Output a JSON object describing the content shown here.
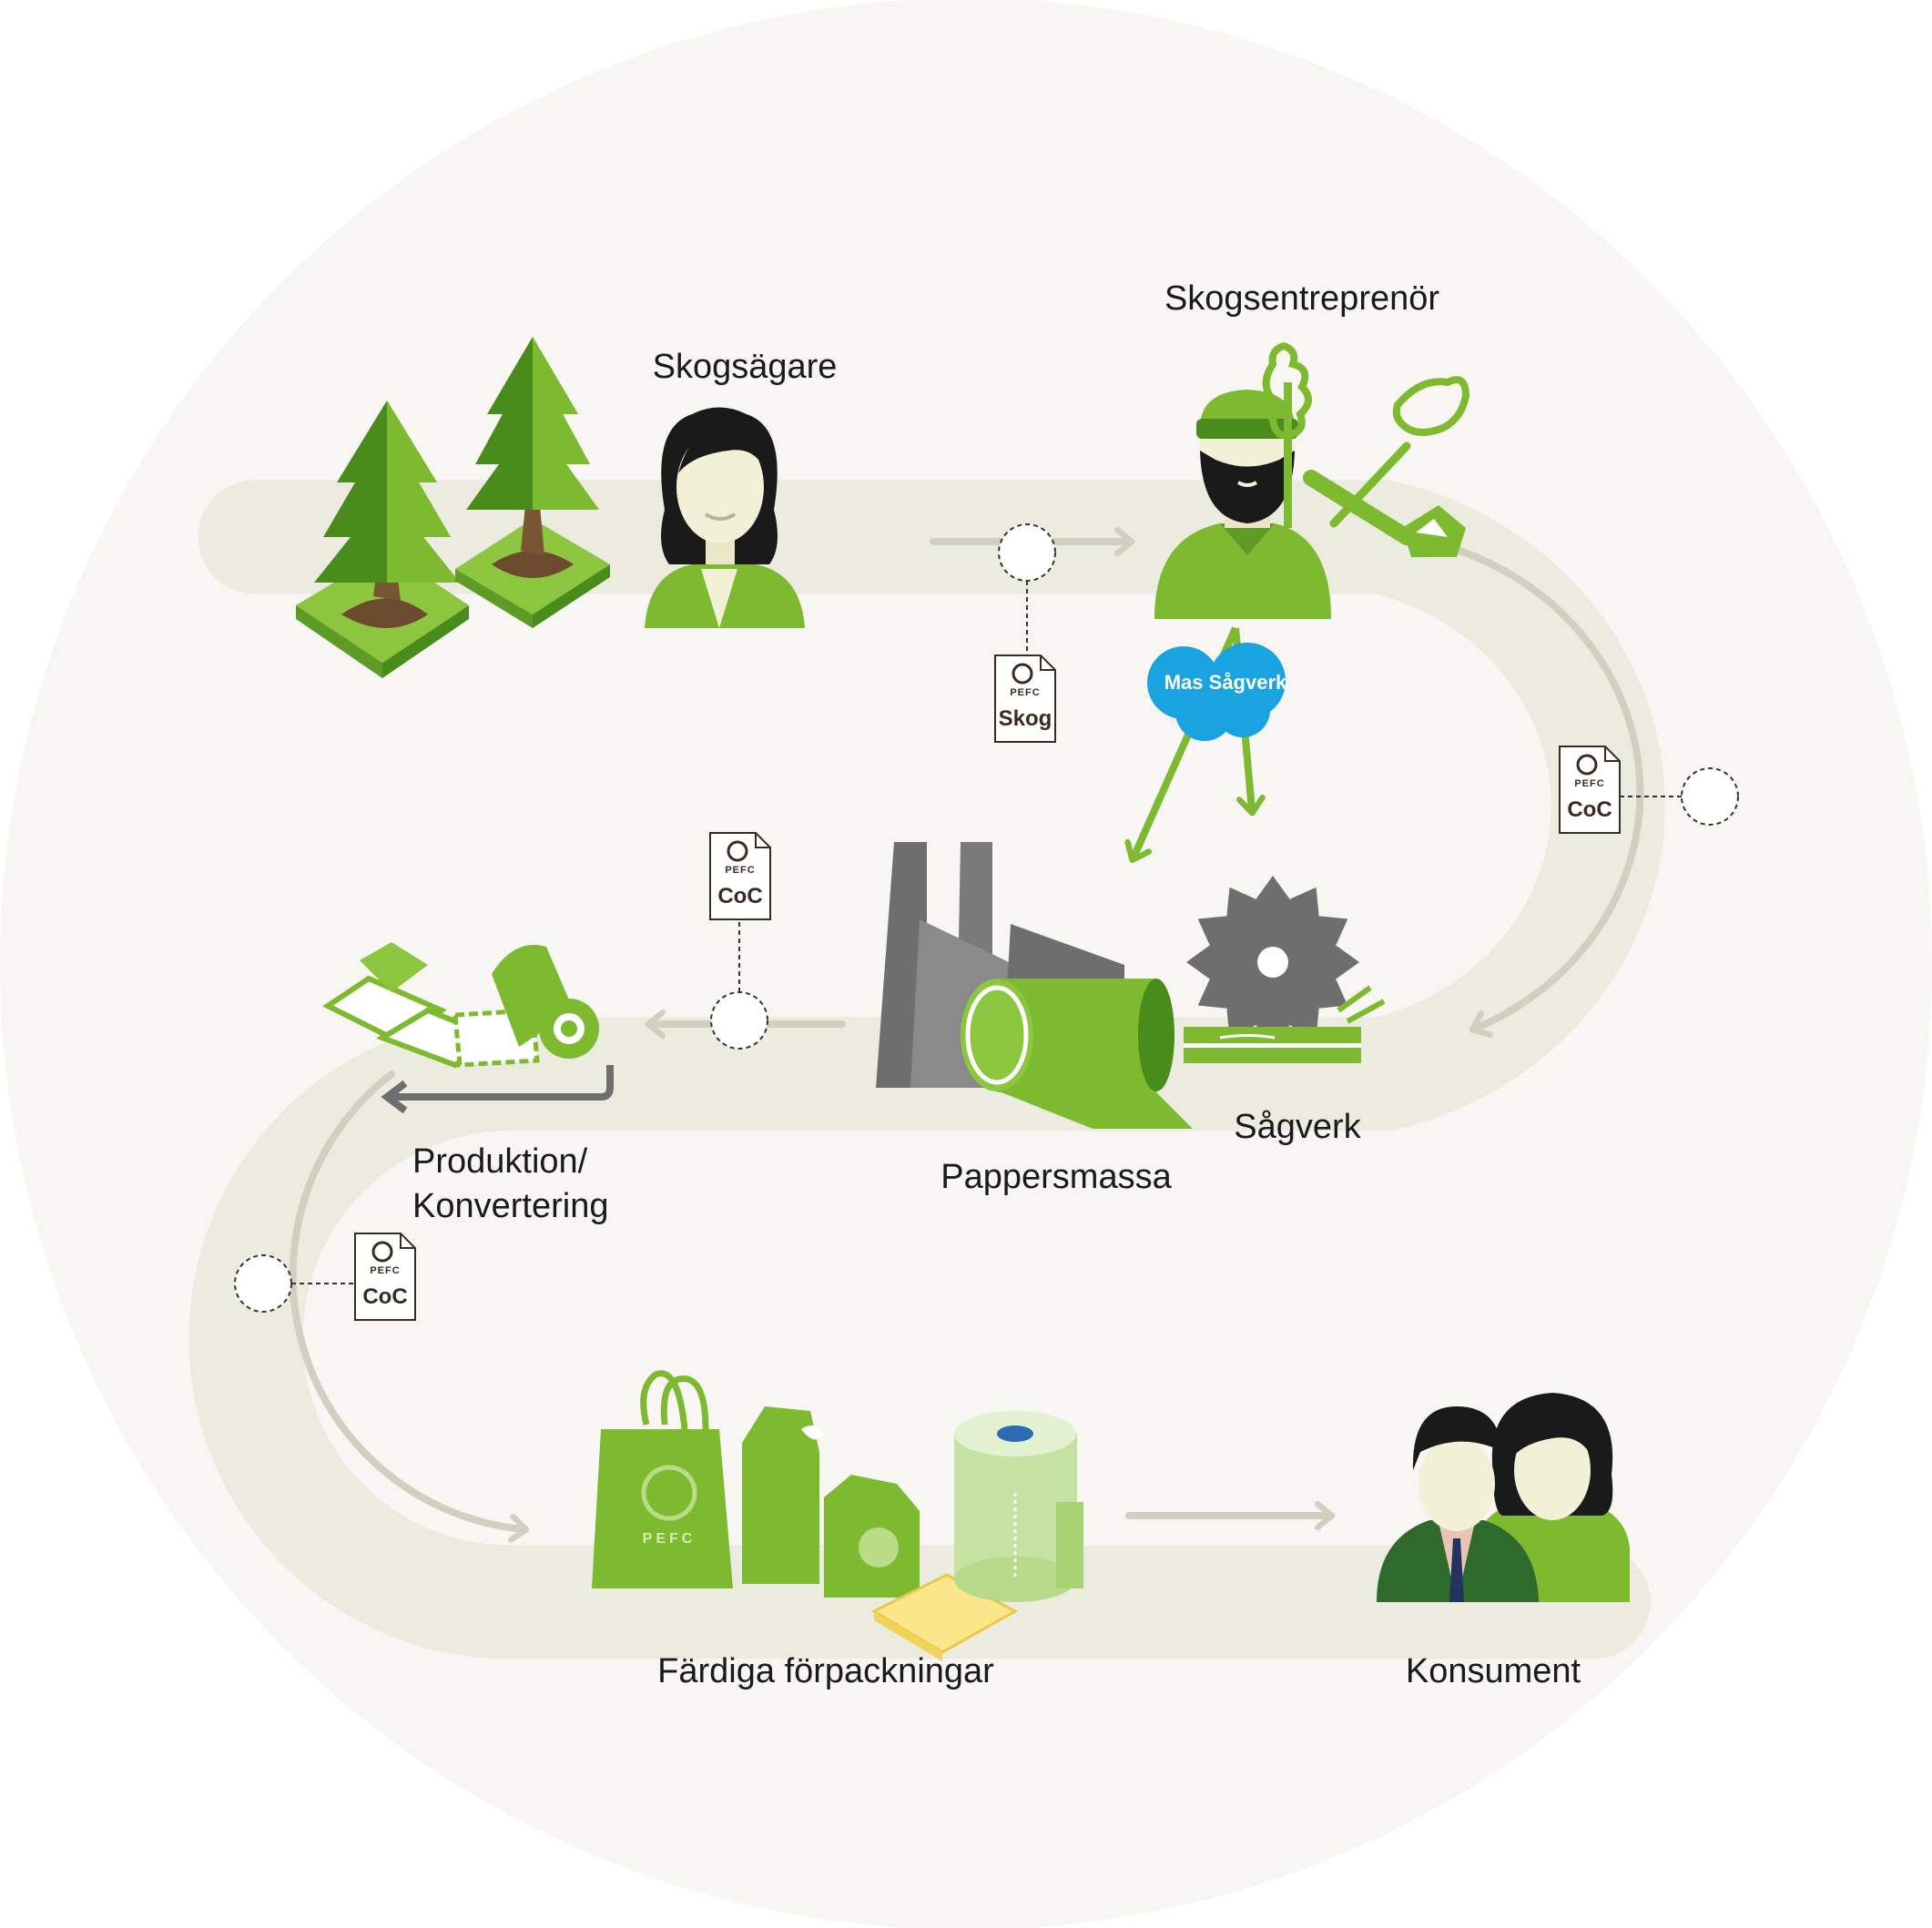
{
  "stages": {
    "forest_owner": "Skogsägare",
    "forest_contractor": "Skogsentreprenör",
    "sawmill": "Sågverk",
    "pulp": "Pappersmassa",
    "production": [
      "Produktion/",
      "Konvertering"
    ],
    "packaging": "Färdiga förpackningar",
    "consumer": "Konsument"
  },
  "callout": "Mas Sågverk",
  "certificates": {
    "kicker": "PEFC",
    "forest": "Skog",
    "coc": "CoC"
  },
  "bag_logo": "PEFC",
  "colors": {
    "green": "#7dba2f",
    "dark_green": "#4a8c1c",
    "track": "#ecebe0",
    "background_circle": "#f7f6f2",
    "arrow": "#d3cfc0",
    "factory": "#6e6e6e",
    "callout": "#19a3e0"
  },
  "icons": [
    "tree-icon",
    "woman-icon",
    "lumberjack-icon",
    "chainsaw-icon",
    "factory-icon",
    "saw-blade-icon",
    "paper-roll-icon",
    "converting-machine-icon",
    "shopping-bag-icon",
    "carton-icon",
    "tissue-roll-icon",
    "consumers-icon",
    "certificate-icon"
  ]
}
